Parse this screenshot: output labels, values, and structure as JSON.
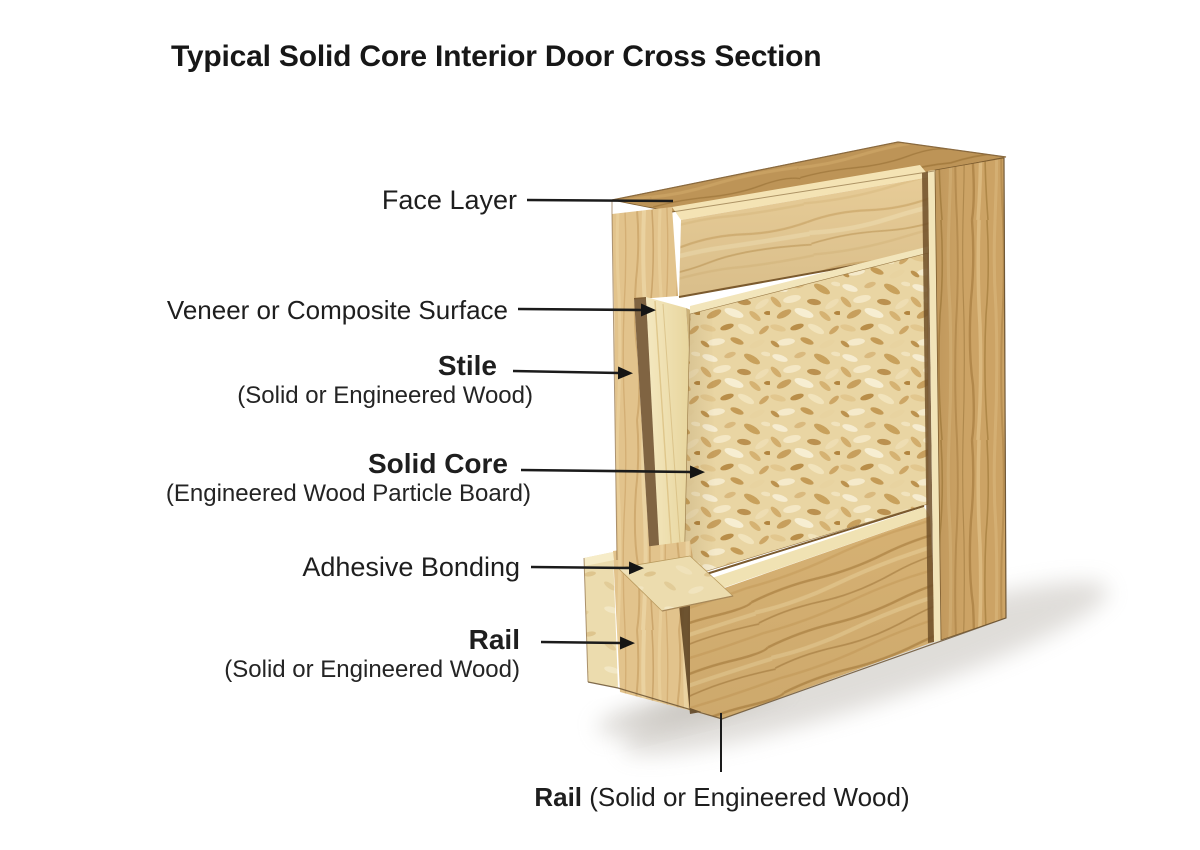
{
  "title": "Typical Solid Core Interior Door Cross Section",
  "labels": {
    "face_layer": "Face Layer",
    "veneer": "Veneer or Composite Surface",
    "stile": "Stile",
    "stile_sub": "(Solid or Engineered Wood)",
    "solid_core": "Solid Core",
    "solid_core_sub": "(Engineered Wood Particle Board)",
    "adhesive": "Adhesive Bonding",
    "rail": "Rail",
    "rail_sub": "(Solid or Engineered Wood)",
    "rail_bottom": "Rail",
    "rail_bottom_sub": "(Solid or Engineered Wood)"
  },
  "palette": {
    "background": "#ffffff",
    "text": "#1c1c1c",
    "wood_face_light": "#e7cc97",
    "wood_panel_medium": "#cca365",
    "wood_stile_light": "#e2c38c",
    "wood_rail": "#d6b173",
    "wood_top_edge": "#bd9457",
    "particle_core": "#e9d5a3",
    "veneer_cream": "#f2e5bb",
    "adhesive_cream": "#ecdcae",
    "groove_dark": "#6e4f28",
    "leader_line": "#1b1b1b",
    "shadow": "#b9b4ac"
  }
}
